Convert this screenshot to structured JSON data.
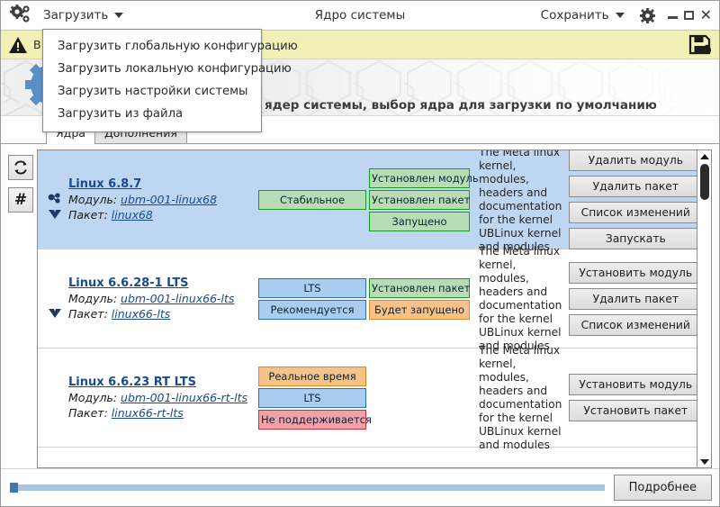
{
  "window": {
    "title": "Ядро системы",
    "load_menu_label": "Загрузить",
    "save_menu_label": "Сохранить",
    "settings_icon": "gear-icon",
    "minimize_icon": "minimize-icon",
    "maximize_icon": "maximize-icon",
    "close_icon": "close-icon"
  },
  "dropdown": {
    "items": [
      {
        "label": "Загрузить глобальную конфигурацию"
      },
      {
        "label": "Загрузить локальную конфигурацию"
      },
      {
        "label": "Загрузить настройки системы"
      },
      {
        "label": "Загрузить из файла"
      }
    ]
  },
  "warning": {
    "icon": "warning-triangle-icon",
    "text": "В",
    "save_icon": "save-locked-icon",
    "background": "#f2f0b4"
  },
  "banner": {
    "title": "Загрузка и установка ядер системы, выбор ядра для загрузки по умолчанию",
    "gears_icon": "gears-icon"
  },
  "tabs": [
    {
      "label": "Ядра",
      "active": true
    },
    {
      "label": "Дополнения",
      "active": false
    }
  ],
  "side_buttons": [
    {
      "name": "refresh-button",
      "icon": "refresh-icon"
    },
    {
      "name": "hash-button",
      "icon": "hash-icon",
      "glyph": "#"
    }
  ],
  "labels": {
    "module": "Модуль:",
    "package": "Пакет:"
  },
  "description_text": "The Meta linux kernel, modules, headers and documentation for the kernel UBLinux kernel and modules",
  "kernels": [
    {
      "title": "Linux 6.8.7",
      "module": "ubm-001-linux68",
      "package": "linux68",
      "selected": true,
      "has_module_icon": true,
      "has_package_icon": true,
      "badges_left": [
        {
          "text": "Стабильное",
          "color": "green"
        }
      ],
      "badges_right": [
        {
          "text": "Установлен модуль",
          "color": "green"
        },
        {
          "text": "Установлен пакет",
          "color": "green"
        },
        {
          "text": "Запущено",
          "color": "green"
        }
      ],
      "description": "The Meta linux kernel, modules, headers and documentation for the kernel UBLinux kernel and modules",
      "actions": [
        "Удалить модуль",
        "Удалить пакет",
        "Список изменений",
        "Запускать"
      ]
    },
    {
      "title": "Linux 6.6.28-1 LTS",
      "module": "ubm-001-linux66-lts",
      "package": "linux66-lts",
      "selected": false,
      "has_module_icon": false,
      "has_package_icon": true,
      "badges_left": [
        {
          "text": "LTS",
          "color": "blue"
        },
        {
          "text": "Рекомендуется",
          "color": "blue"
        }
      ],
      "badges_right": [
        {
          "text": "Установлен пакет",
          "color": "green"
        },
        {
          "text": "Будет запущено",
          "color": "orange"
        }
      ],
      "description": "The Meta linux kernel, modules, headers and documentation for the kernel UBLinux kernel and modules",
      "actions": [
        "Установить модуль",
        "Удалить пакет",
        "Список изменений"
      ]
    },
    {
      "title": "Linux 6.6.23 RT LTS",
      "module": "ubm-001-linux66-rt-lts",
      "package": "linux66-rt-lts",
      "selected": false,
      "has_module_icon": false,
      "has_package_icon": false,
      "badges_left": [
        {
          "text": "Реальное время",
          "color": "orange"
        },
        {
          "text": "LTS",
          "color": "blue"
        },
        {
          "text": "Не поддерживается",
          "color": "red"
        }
      ],
      "badges_right": [],
      "description": "The Meta linux kernel, modules, headers and documentation for the kernel UBLinux kernel and modules",
      "actions": [
        "Установить модуль",
        "Установить пакет"
      ]
    }
  ],
  "footer": {
    "detail_button": "Подробнее",
    "slider_value": 0
  },
  "colors": {
    "selection": "#bed6f2",
    "warning_bg": "#f2f0b4",
    "link": "#1a4b8c",
    "slider": "#a8c4e0"
  }
}
